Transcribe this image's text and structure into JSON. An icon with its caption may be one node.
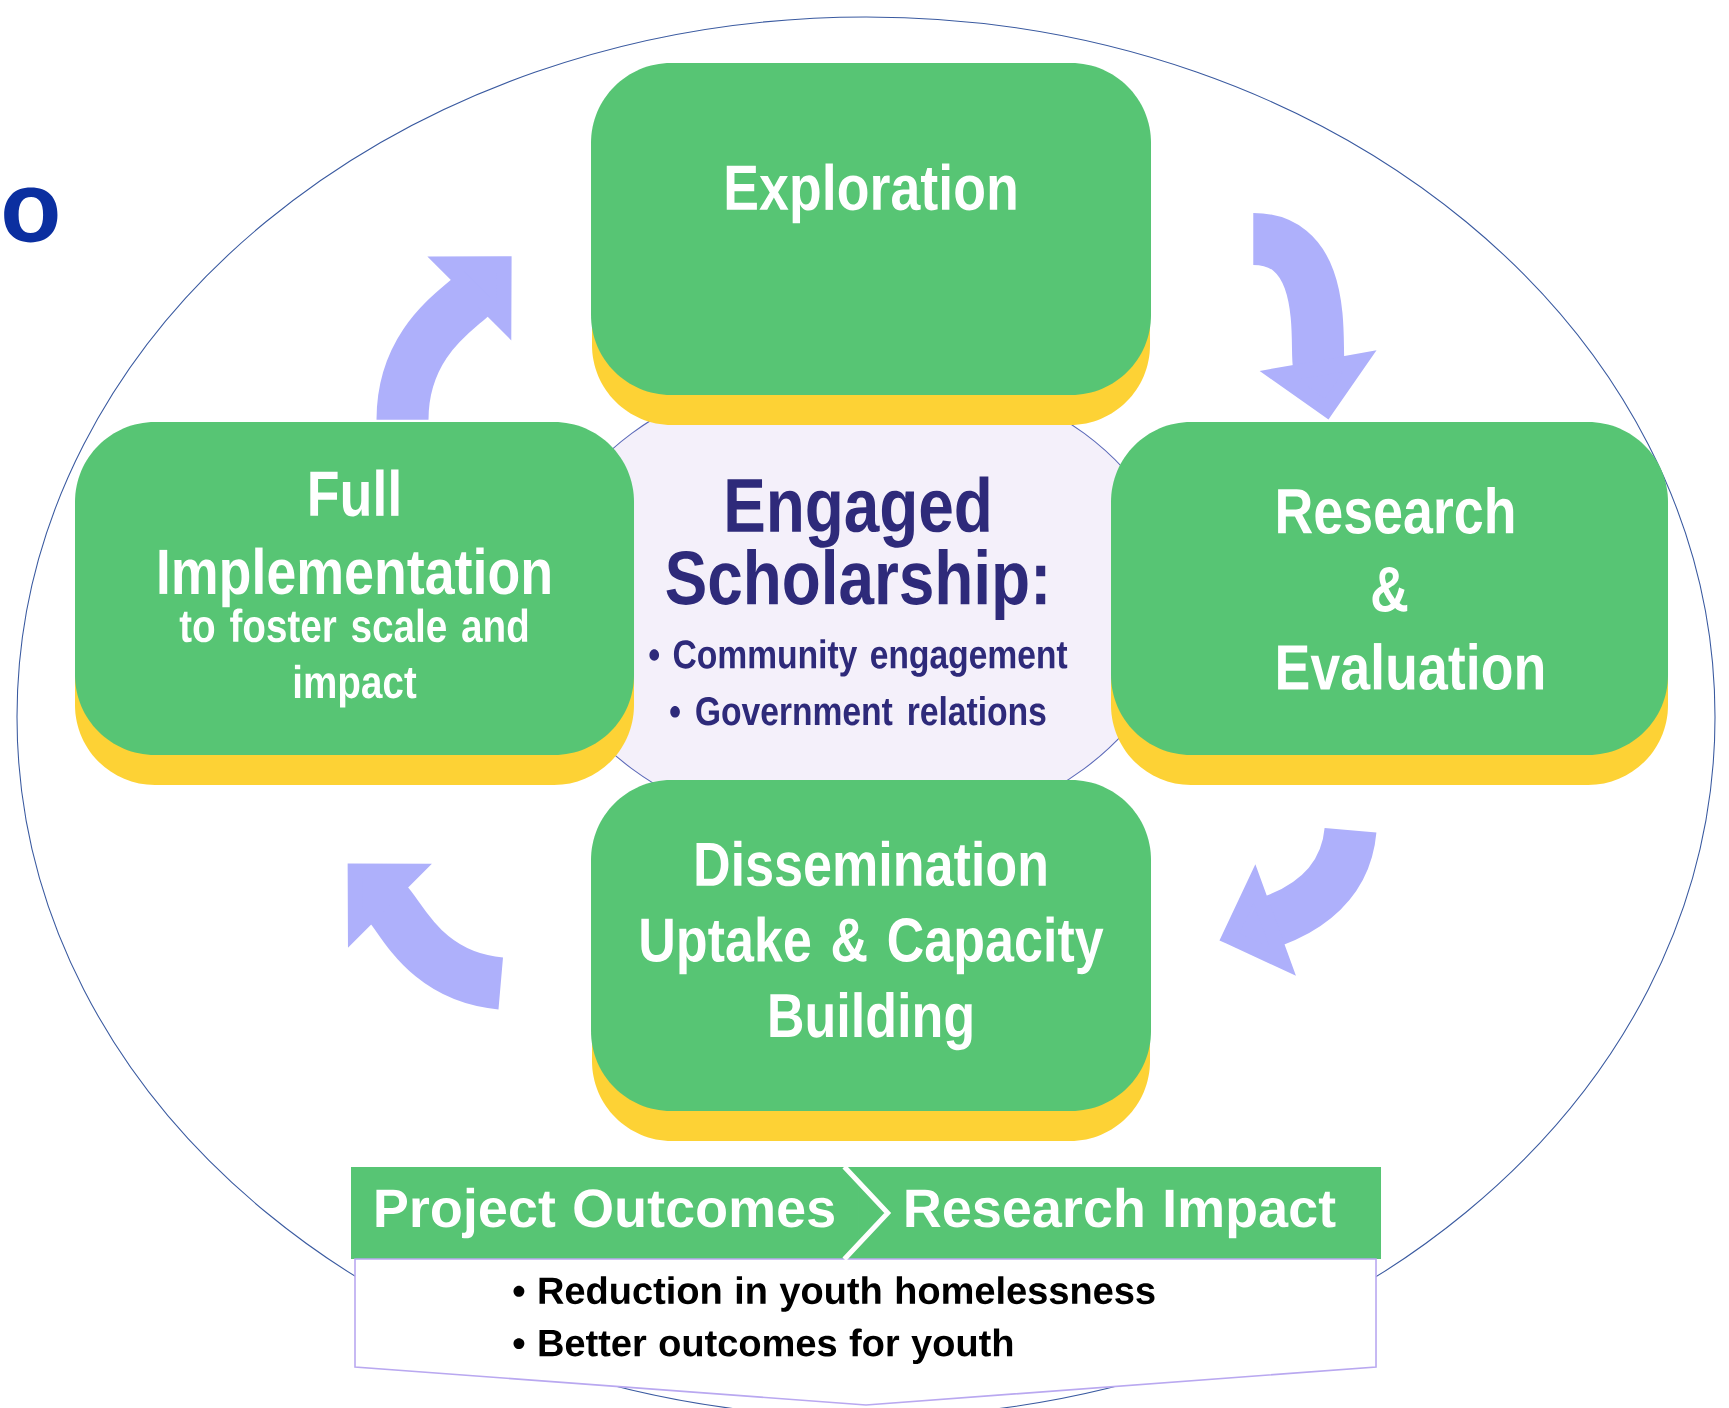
{
  "diagram": {
    "nodes": [
      {
        "text": [
          "Exploration"
        ]
      },
      {
        "text": [
          "Full Implementation",
          "to foster scale and impact"
        ]
      },
      {
        "text": [
          "Engaged Scholarship:",
          "• Community engagement",
          "• Government relations"
        ]
      },
      {
        "text": [
          "Research & Evaluation"
        ]
      },
      {
        "text": [
          "Dissemination Uptake & Capacity Building"
        ]
      },
      {
        "text": [
          "Project Outcomes"
        ]
      },
      {
        "text": [
          "Research Impact"
        ]
      },
      {
        "text": [
          "• Reduction in youth homelessness",
          "• Better outcomes for youth"
        ]
      }
    ],
    "edges": [
      {
        "from": 0,
        "to": 3,
        "arrow": "to"
      },
      {
        "from": 3,
        "to": 4,
        "arrow": "to"
      },
      {
        "from": 4,
        "to": 1,
        "arrow": "to"
      },
      {
        "from": 1,
        "to": 0,
        "arrow": "to"
      },
      {
        "from": 5,
        "to": 6,
        "arrow": "to"
      }
    ],
    "labels": [
      "o"
    ]
  }
}
